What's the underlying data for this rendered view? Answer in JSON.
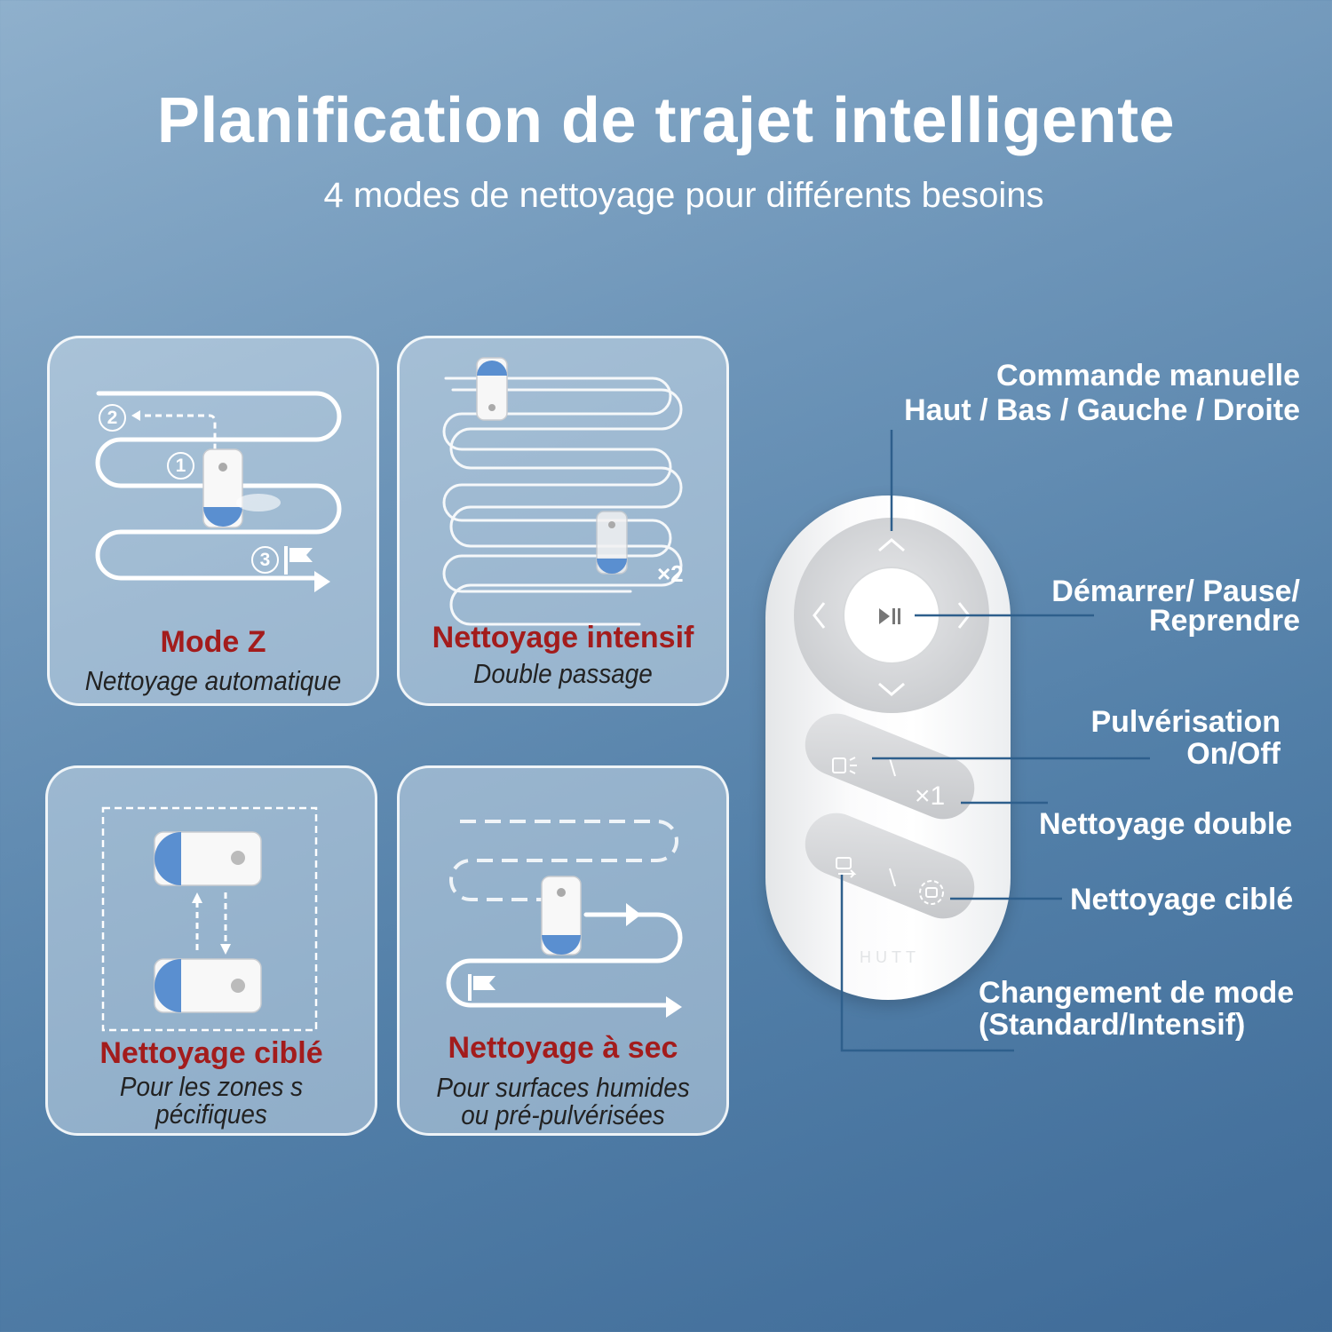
{
  "header": {
    "title": "Planification de trajet intelligente",
    "subtitle": "4 modes de nettoyage pour différents besoins"
  },
  "modes": [
    {
      "title": "Mode Z",
      "subtitle": "Nettoyage automatique",
      "steps": [
        "2",
        "1",
        "3"
      ]
    },
    {
      "title": "Nettoyage intensif",
      "subtitle": "Double passage",
      "badge": "×2"
    },
    {
      "title": "Nettoyage ciblé",
      "subtitle_line1": "Pour les zones s",
      "subtitle_line2": "pécifiques"
    },
    {
      "title": "Nettoyage à sec",
      "subtitle_line1": "Pour surfaces humides",
      "subtitle_line2": "ou pré-pulvérisées"
    }
  ],
  "remote": {
    "brand": "HUTT",
    "x1_label": "×1",
    "icons": [
      "chevron-up-icon",
      "chevron-down-icon",
      "chevron-left-icon",
      "chevron-right-icon",
      "play-pause-icon",
      "spray-icon",
      "mode-switch-icon",
      "target-clean-icon"
    ]
  },
  "callouts": {
    "manual_line1": "Commande manuelle",
    "manual_line2": "Haut / Bas / Gauche / Droite",
    "start_line1": "Démarrer/ Pause/",
    "start_line2": "Reprendre",
    "spray_line1": "Pulvérisation",
    "spray_line2": "On/Off",
    "double": "Nettoyage double",
    "targeted": "Nettoyage ciblé",
    "mode_line1": "Changement de mode",
    "mode_line2": "(Standard/Intensif)"
  },
  "colors": {
    "accent_red": "#a31c1c",
    "line_blue": "#2e5f8c",
    "path_white": "#ffffff"
  }
}
